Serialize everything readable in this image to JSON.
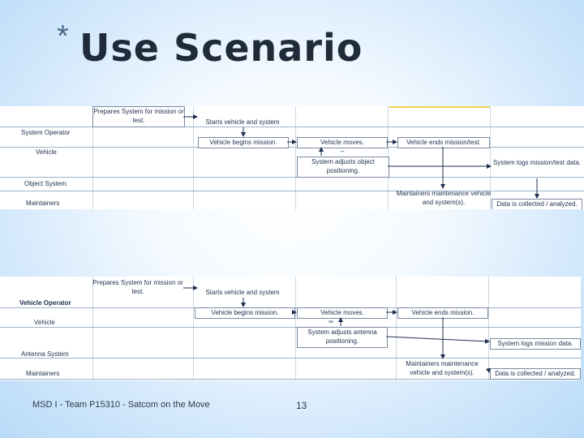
{
  "slide": {
    "star": "*",
    "title": "Use Scenario",
    "footer": "MSD I - Team P15310 - Satcom on the Move",
    "page_number": "13"
  },
  "diagram_top": {
    "lanes": [
      "System Operator",
      "Vehicle",
      "Object System",
      "Maintainers"
    ],
    "steps": {
      "prepares": "Prepares System for mission or test.",
      "starts": "Starts vehicle and system",
      "begins": "Vehicle begins mission.",
      "moves": "Vehicle moves.",
      "ends": "Vehicle ends mission/test.",
      "loop_mark": "--",
      "adjusts": "System adjusts object positioning.",
      "logs": "System logs mission/test data.",
      "maintenance": "Maintainers maintenance vehicle and system(s).",
      "collected": "Data is collected / analyzed."
    }
  },
  "diagram_bottom": {
    "lanes": [
      "Vehicle Operator",
      "Vehicle",
      "Antenna System",
      "Maintainers"
    ],
    "steps": {
      "prepares": "Prepares System for mission or test.",
      "starts": "Starts vehicle and system",
      "begins": "Vehicle begins mission.",
      "moves": "Vehicle moves.",
      "ends": "Vehicle ends mission.",
      "loop_mark": "∞",
      "adjusts": "System adjusts antenna positioning.",
      "logs": "System logs mission data.",
      "maintenance": "Maintainers maintenance vehicle and system(s).",
      "collected": "Data is collected / analyzed."
    }
  }
}
